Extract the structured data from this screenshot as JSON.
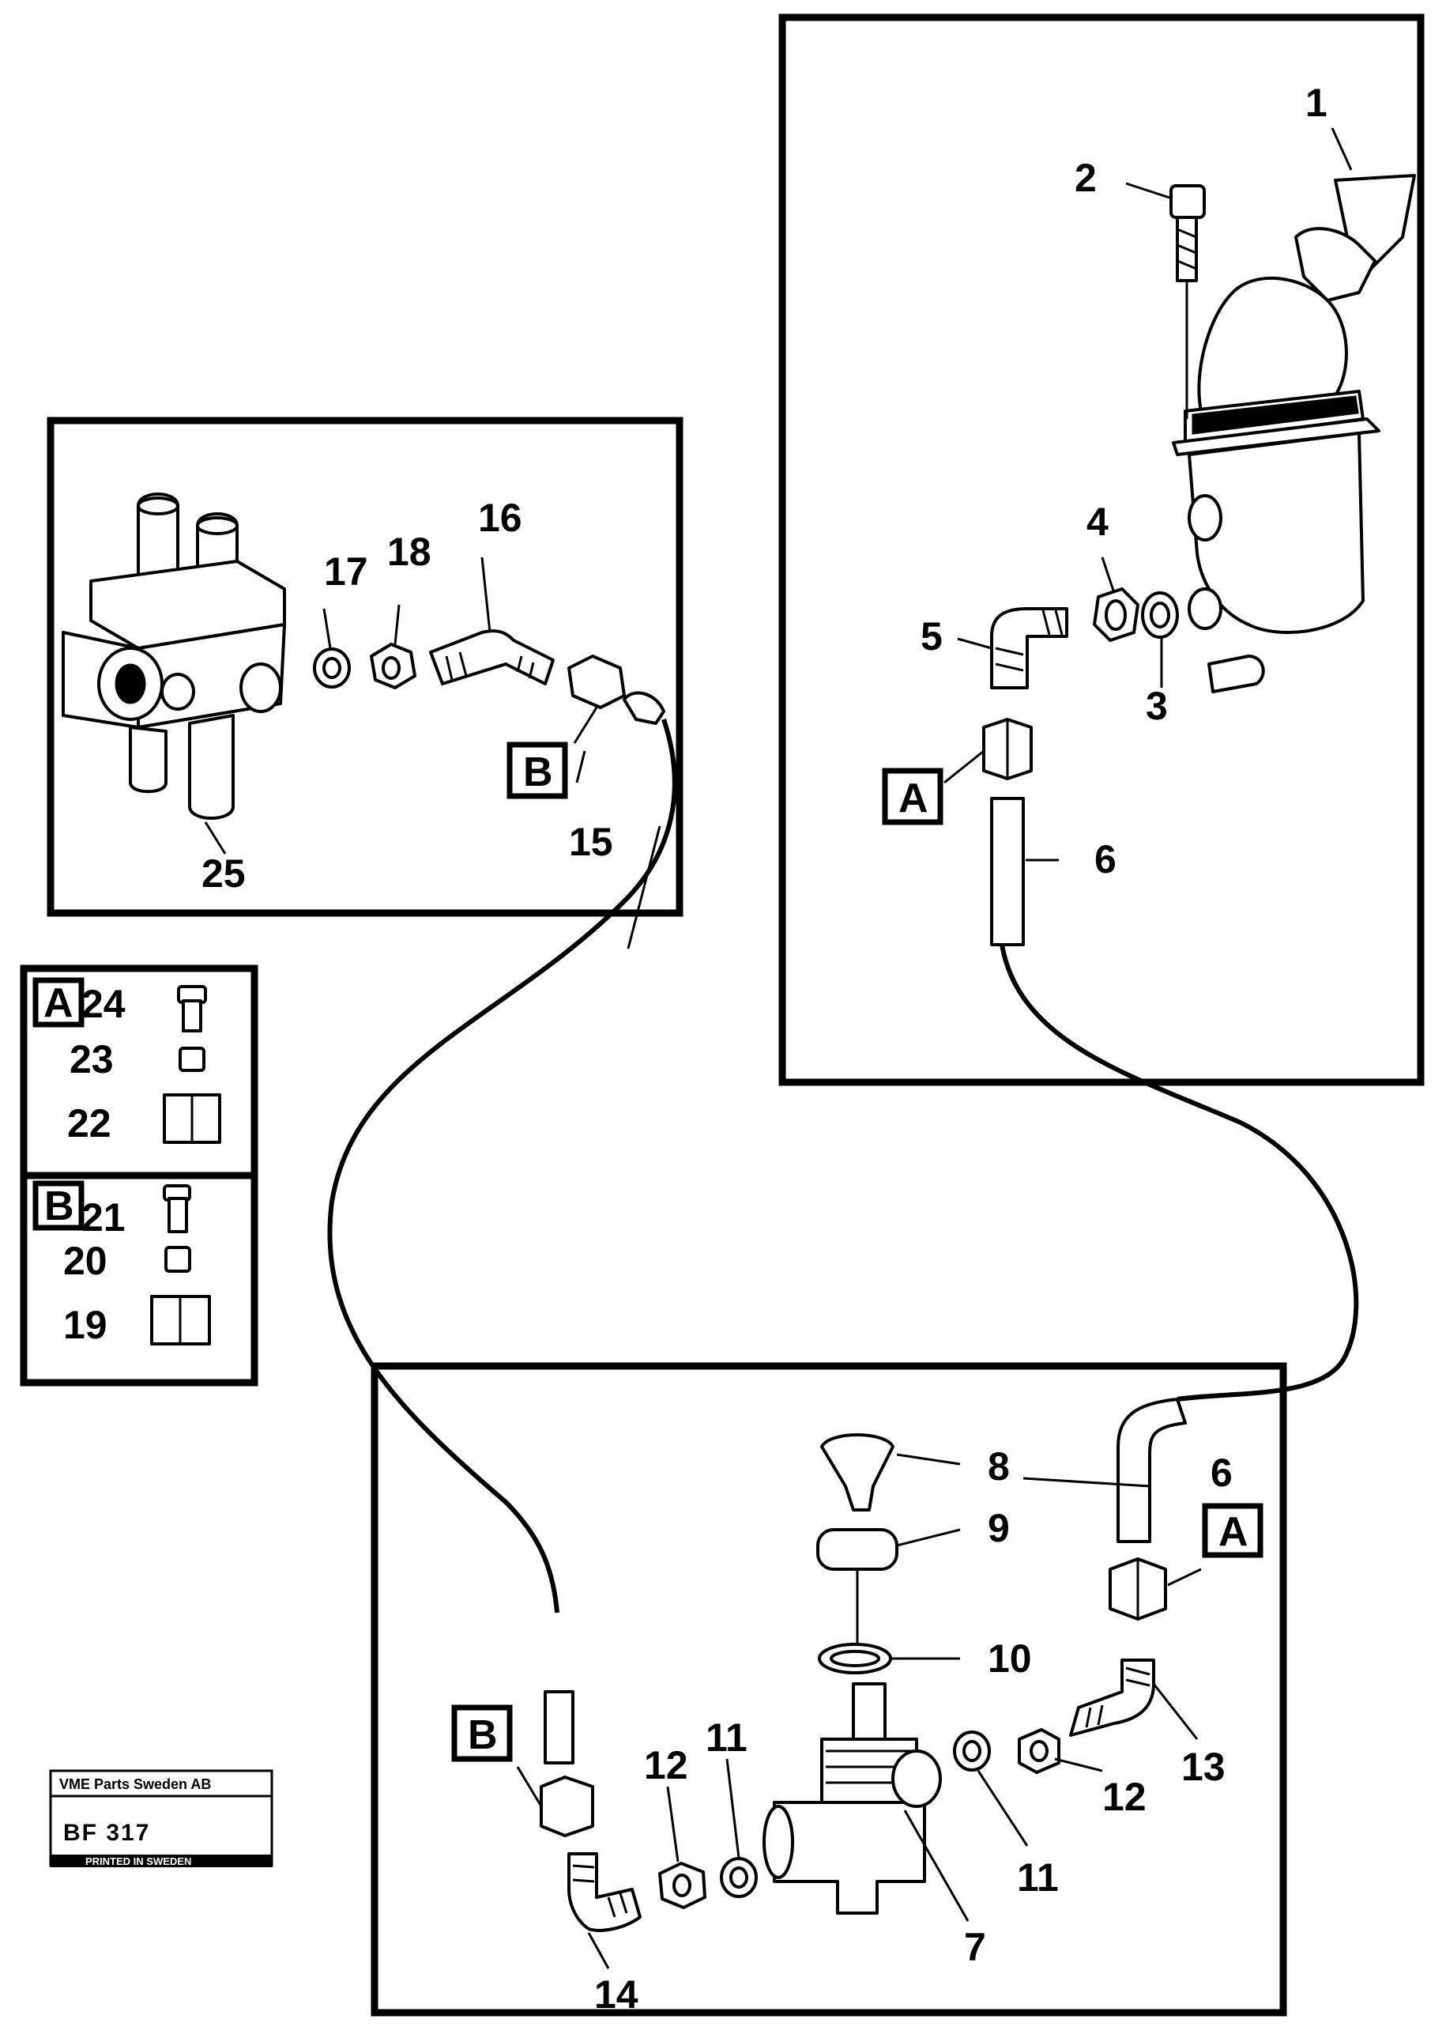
{
  "callouts": {
    "c1": "1",
    "c2": "2",
    "c3": "3",
    "c4": "4",
    "c5": "5",
    "c6a": "6",
    "c6b": "6",
    "c7": "7",
    "c8": "8",
    "c9": "9",
    "c10": "10",
    "c11a": "11",
    "c11b": "11",
    "c12a": "12",
    "c12b": "12",
    "c13": "13",
    "c14": "14",
    "c15": "15",
    "c16": "16",
    "c17": "17",
    "c18": "18",
    "c19": "19",
    "c20": "20",
    "c21": "21",
    "c22": "22",
    "c23": "23",
    "c24": "24",
    "c25": "25"
  },
  "detail_markers": {
    "a_hand_valve": "A",
    "b_valve_block": "B",
    "a_kit": "A",
    "b_kit": "B",
    "b_bottom": "B",
    "a_bottom": "A"
  },
  "stamp": {
    "company": "VME Parts Sweden AB",
    "code": "BF 317",
    "printed": "PRINTED IN SWEDEN"
  }
}
